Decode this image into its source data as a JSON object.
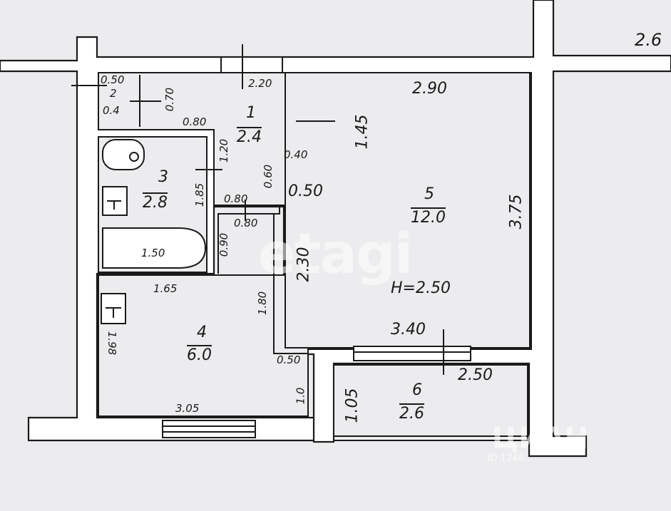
{
  "rooms": [
    {
      "number": "1",
      "area": "2.4"
    },
    {
      "number": "3",
      "area": "2.8"
    },
    {
      "number": "4",
      "area": "6.0"
    },
    {
      "number": "5",
      "area": "12.0"
    },
    {
      "number": "6",
      "area": "2.6"
    }
  ],
  "ceiling_height": "H=2.50",
  "dimensions": {
    "top_right": "2.6",
    "d220": "2.20",
    "d290": "2.90",
    "d050a": "0.50",
    "d2": "2",
    "d04": "0.4",
    "d070": "0.70",
    "d080a": "0.80",
    "d145": "1.45",
    "d120": "1.20",
    "d040": "0.40",
    "d060": "0.60",
    "d050b": "0.50",
    "d185": "1.85",
    "d080b": "0.80",
    "d080c": "0.80",
    "d375": "3.75",
    "d090": "0.90",
    "d150": "1.50",
    "d230": "2.30",
    "d165": "1.65",
    "d180": "1.80",
    "d198": "1.98",
    "d340": "3.40",
    "d050c": "0.50",
    "d250": "2.50",
    "d10": "1.0",
    "d105": "1.05",
    "d305": "3.05"
  },
  "watermark": {
    "main": "etagi",
    "secondary": "ЦИАН",
    "id": "ID 1246..."
  },
  "colors": {
    "wall": "#ffffff",
    "line": "#1a1a1a",
    "background": "#ececee"
  }
}
